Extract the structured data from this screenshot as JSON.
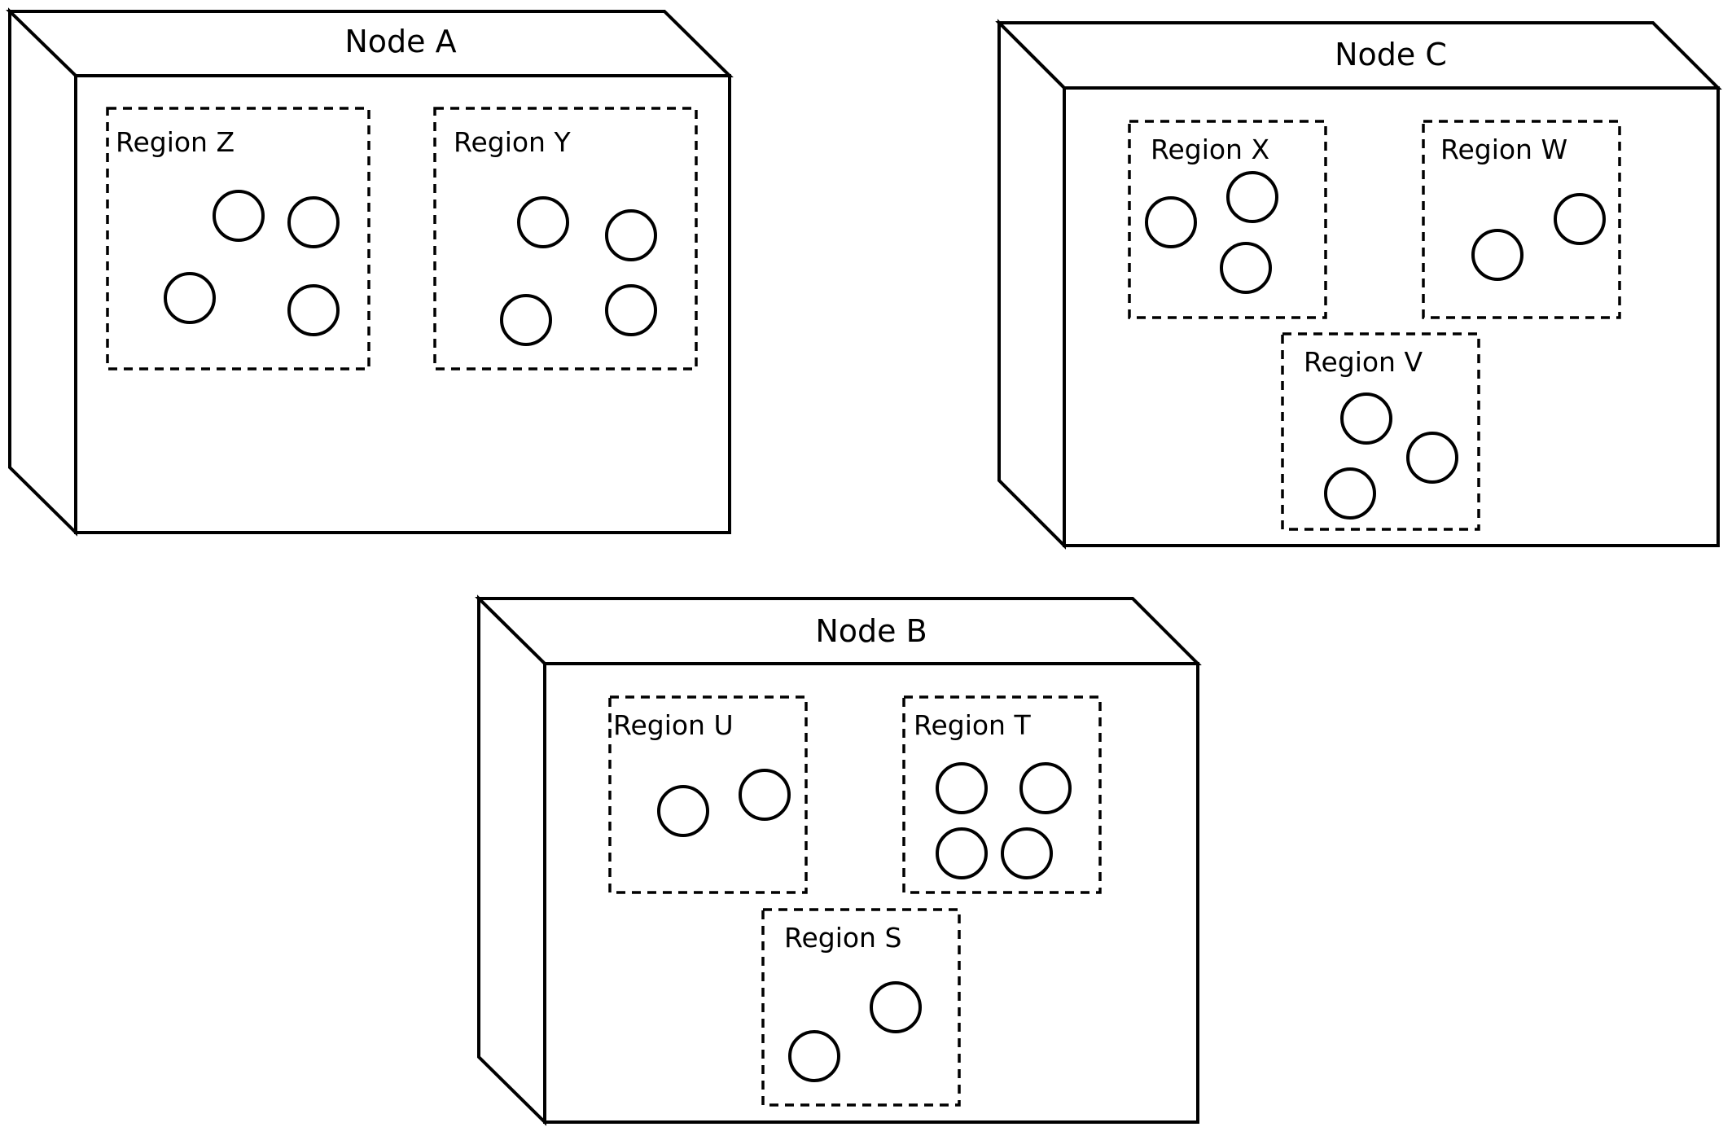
{
  "nodes": [
    {
      "id": "node-a",
      "title": "Node A",
      "regions": [
        {
          "id": "region-z",
          "label": "Region Z",
          "replicas": 4
        },
        {
          "id": "region-y",
          "label": "Region Y",
          "replicas": 4
        }
      ]
    },
    {
      "id": "node-c",
      "title": "Node C",
      "regions": [
        {
          "id": "region-x",
          "label": "Region X",
          "replicas": 3
        },
        {
          "id": "region-w",
          "label": "Region W",
          "replicas": 2
        },
        {
          "id": "region-v",
          "label": "Region V",
          "replicas": 3
        }
      ]
    },
    {
      "id": "node-b",
      "title": "Node B",
      "regions": [
        {
          "id": "region-u",
          "label": "Region U",
          "replicas": 2
        },
        {
          "id": "region-t",
          "label": "Region T",
          "replicas": 4
        },
        {
          "id": "region-s",
          "label": "Region S",
          "replicas": 2
        }
      ]
    }
  ]
}
